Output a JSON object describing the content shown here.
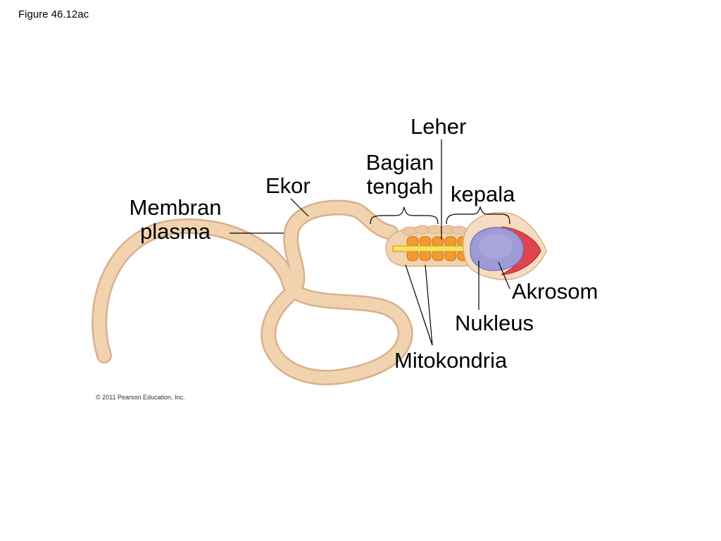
{
  "figure_title": "Figure 46.12ac",
  "labels": {
    "leher": "Leher",
    "bagian_tengah_line1": "Bagian",
    "bagian_tengah_line2": "tengah",
    "kepala": "kepala",
    "ekor": "Ekor",
    "membran_line1": "Membran",
    "membran_line2": "plasma",
    "akrosom": "Akrosom",
    "nukleus": "Nukleus",
    "mitokondria": "Mitokondria"
  },
  "copyright": "© 2011 Pearson Education, Inc.",
  "colors": {
    "tail_fill": "#f2d3b0",
    "tail_edge": "#d9b08a",
    "head_fill": "#f6dcc0",
    "nucleus": "#9d9ad6",
    "nucleus_dark": "#7b78c0",
    "acrosome": "#e0444e",
    "mitochondria": "#f29a2b",
    "axial_filament": "#ffe05a"
  }
}
